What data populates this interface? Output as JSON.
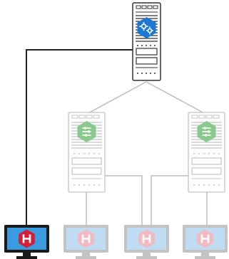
{
  "diagram": {
    "colors": {
      "background": "#ffffff",
      "link_primary": "#222222",
      "link_secondary": "#b8b8b8",
      "server_stroke_active": "#333333",
      "server_stroke_faded": "#c4c4c4",
      "gear_badge": "#1e78d2",
      "middleware_badge": "#8ac98e",
      "monitor_frame_active": "#1b1b1b",
      "monitor_frame_faded": "#c3c3c3",
      "screen_active": "#3b9be0",
      "screen_faded": "#bfdcf2",
      "app_badge_active": "#d51f35",
      "app_badge_faded": "#f2b9c1"
    },
    "nodes": [
      {
        "id": "master-server",
        "kind": "server",
        "icon": "gear-icon",
        "state": "active"
      },
      {
        "id": "app-server-left",
        "kind": "server",
        "icon": "middleware-icon",
        "state": "faded"
      },
      {
        "id": "app-server-right",
        "kind": "server",
        "icon": "middleware-icon",
        "state": "faded"
      },
      {
        "id": "client-1",
        "kind": "monitor",
        "icon": "app-h-icon",
        "state": "active"
      },
      {
        "id": "client-2",
        "kind": "monitor",
        "icon": "app-h-icon",
        "state": "faded"
      },
      {
        "id": "client-3",
        "kind": "monitor",
        "icon": "app-h-icon",
        "state": "faded"
      },
      {
        "id": "client-4",
        "kind": "monitor",
        "icon": "app-h-icon",
        "state": "faded"
      }
    ],
    "links": [
      {
        "from": "master-server",
        "to": "client-1",
        "style": "primary"
      },
      {
        "from": "master-server",
        "to": "app-server-left",
        "style": "secondary"
      },
      {
        "from": "master-server",
        "to": "app-server-right",
        "style": "secondary"
      },
      {
        "from": "app-server-left",
        "to": "client-2",
        "style": "secondary"
      },
      {
        "from": "app-server-left",
        "to": "client-3",
        "style": "secondary"
      },
      {
        "from": "app-server-right",
        "to": "client-3",
        "style": "secondary"
      },
      {
        "from": "app-server-right",
        "to": "client-4",
        "style": "secondary"
      }
    ]
  }
}
